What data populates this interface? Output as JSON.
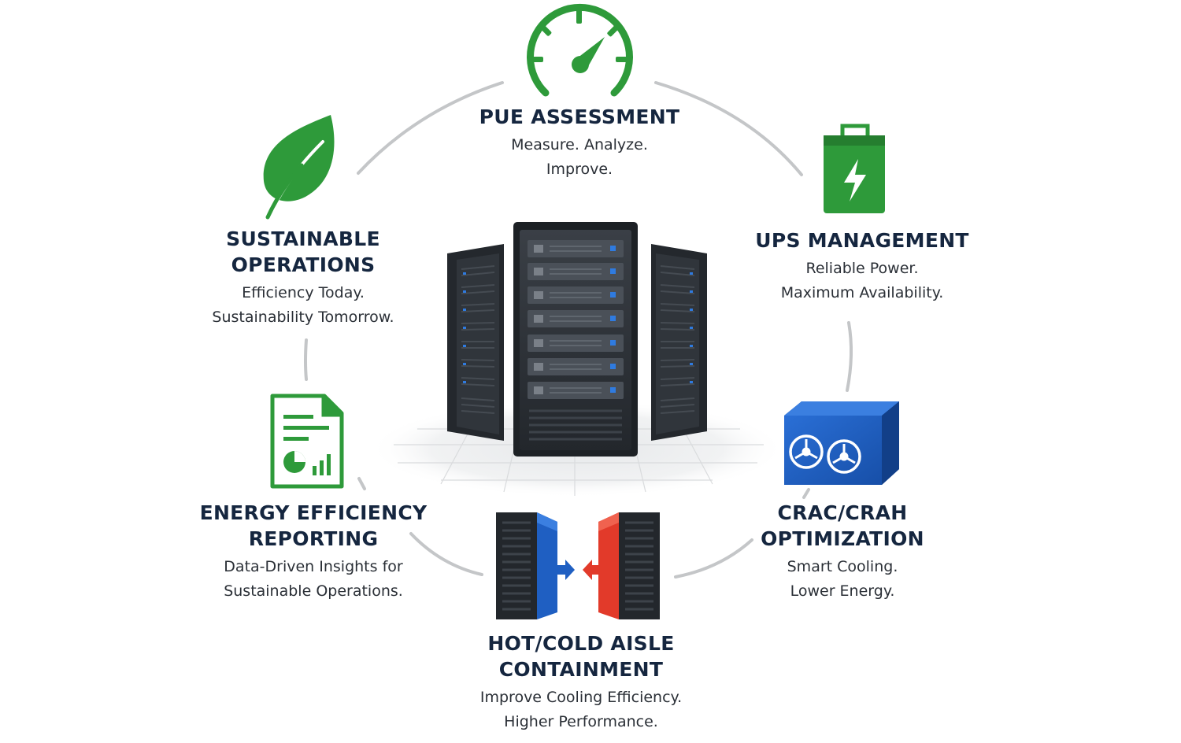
{
  "nodes": [
    {
      "id": "pue-assessment",
      "icon": "speedometer-icon",
      "title_lines": [
        "PUE ASSESSMENT"
      ],
      "sub_lines": [
        "Measure. Analyze.",
        "Improve."
      ]
    },
    {
      "id": "ups-management",
      "icon": "battery-icon",
      "title_lines": [
        "UPS MANAGEMENT"
      ],
      "sub_lines": [
        "Reliable Power.",
        "Maximum Availability."
      ]
    },
    {
      "id": "crac-crah-optimization",
      "icon": "cooling-unit-icon",
      "title_lines": [
        "CRAC/CRAH",
        "OPTIMIZATION"
      ],
      "sub_lines": [
        "Smart Cooling.",
        "Lower Energy."
      ]
    },
    {
      "id": "hot-cold-aisle-containment",
      "icon": "aisle-containment-icon",
      "title_lines": [
        "HOT/COLD AISLE",
        "CONTAINMENT"
      ],
      "sub_lines": [
        "Improve Cooling Efficiency.",
        "Higher Performance."
      ]
    },
    {
      "id": "energy-efficiency-reporting",
      "icon": "report-document-icon",
      "title_lines": [
        "ENERGY EFFICIENCY",
        "REPORTING"
      ],
      "sub_lines": [
        "Data-Driven Insights for",
        "Sustainable Operations."
      ]
    },
    {
      "id": "sustainable-operations",
      "icon": "leaf-icon",
      "title_lines": [
        "SUSTAINABLE",
        "OPERATIONS"
      ],
      "sub_lines": [
        "Efficiency Today.",
        "Sustainability Tomorrow."
      ]
    }
  ],
  "center": {
    "icon": "server-racks-icon"
  },
  "colors": {
    "green": "#2e9a3a",
    "blue": "#1f5fc2",
    "red": "#e23a2a",
    "navy": "#15263f",
    "arc": "#c4c6c8",
    "rack": "#2c3138"
  }
}
